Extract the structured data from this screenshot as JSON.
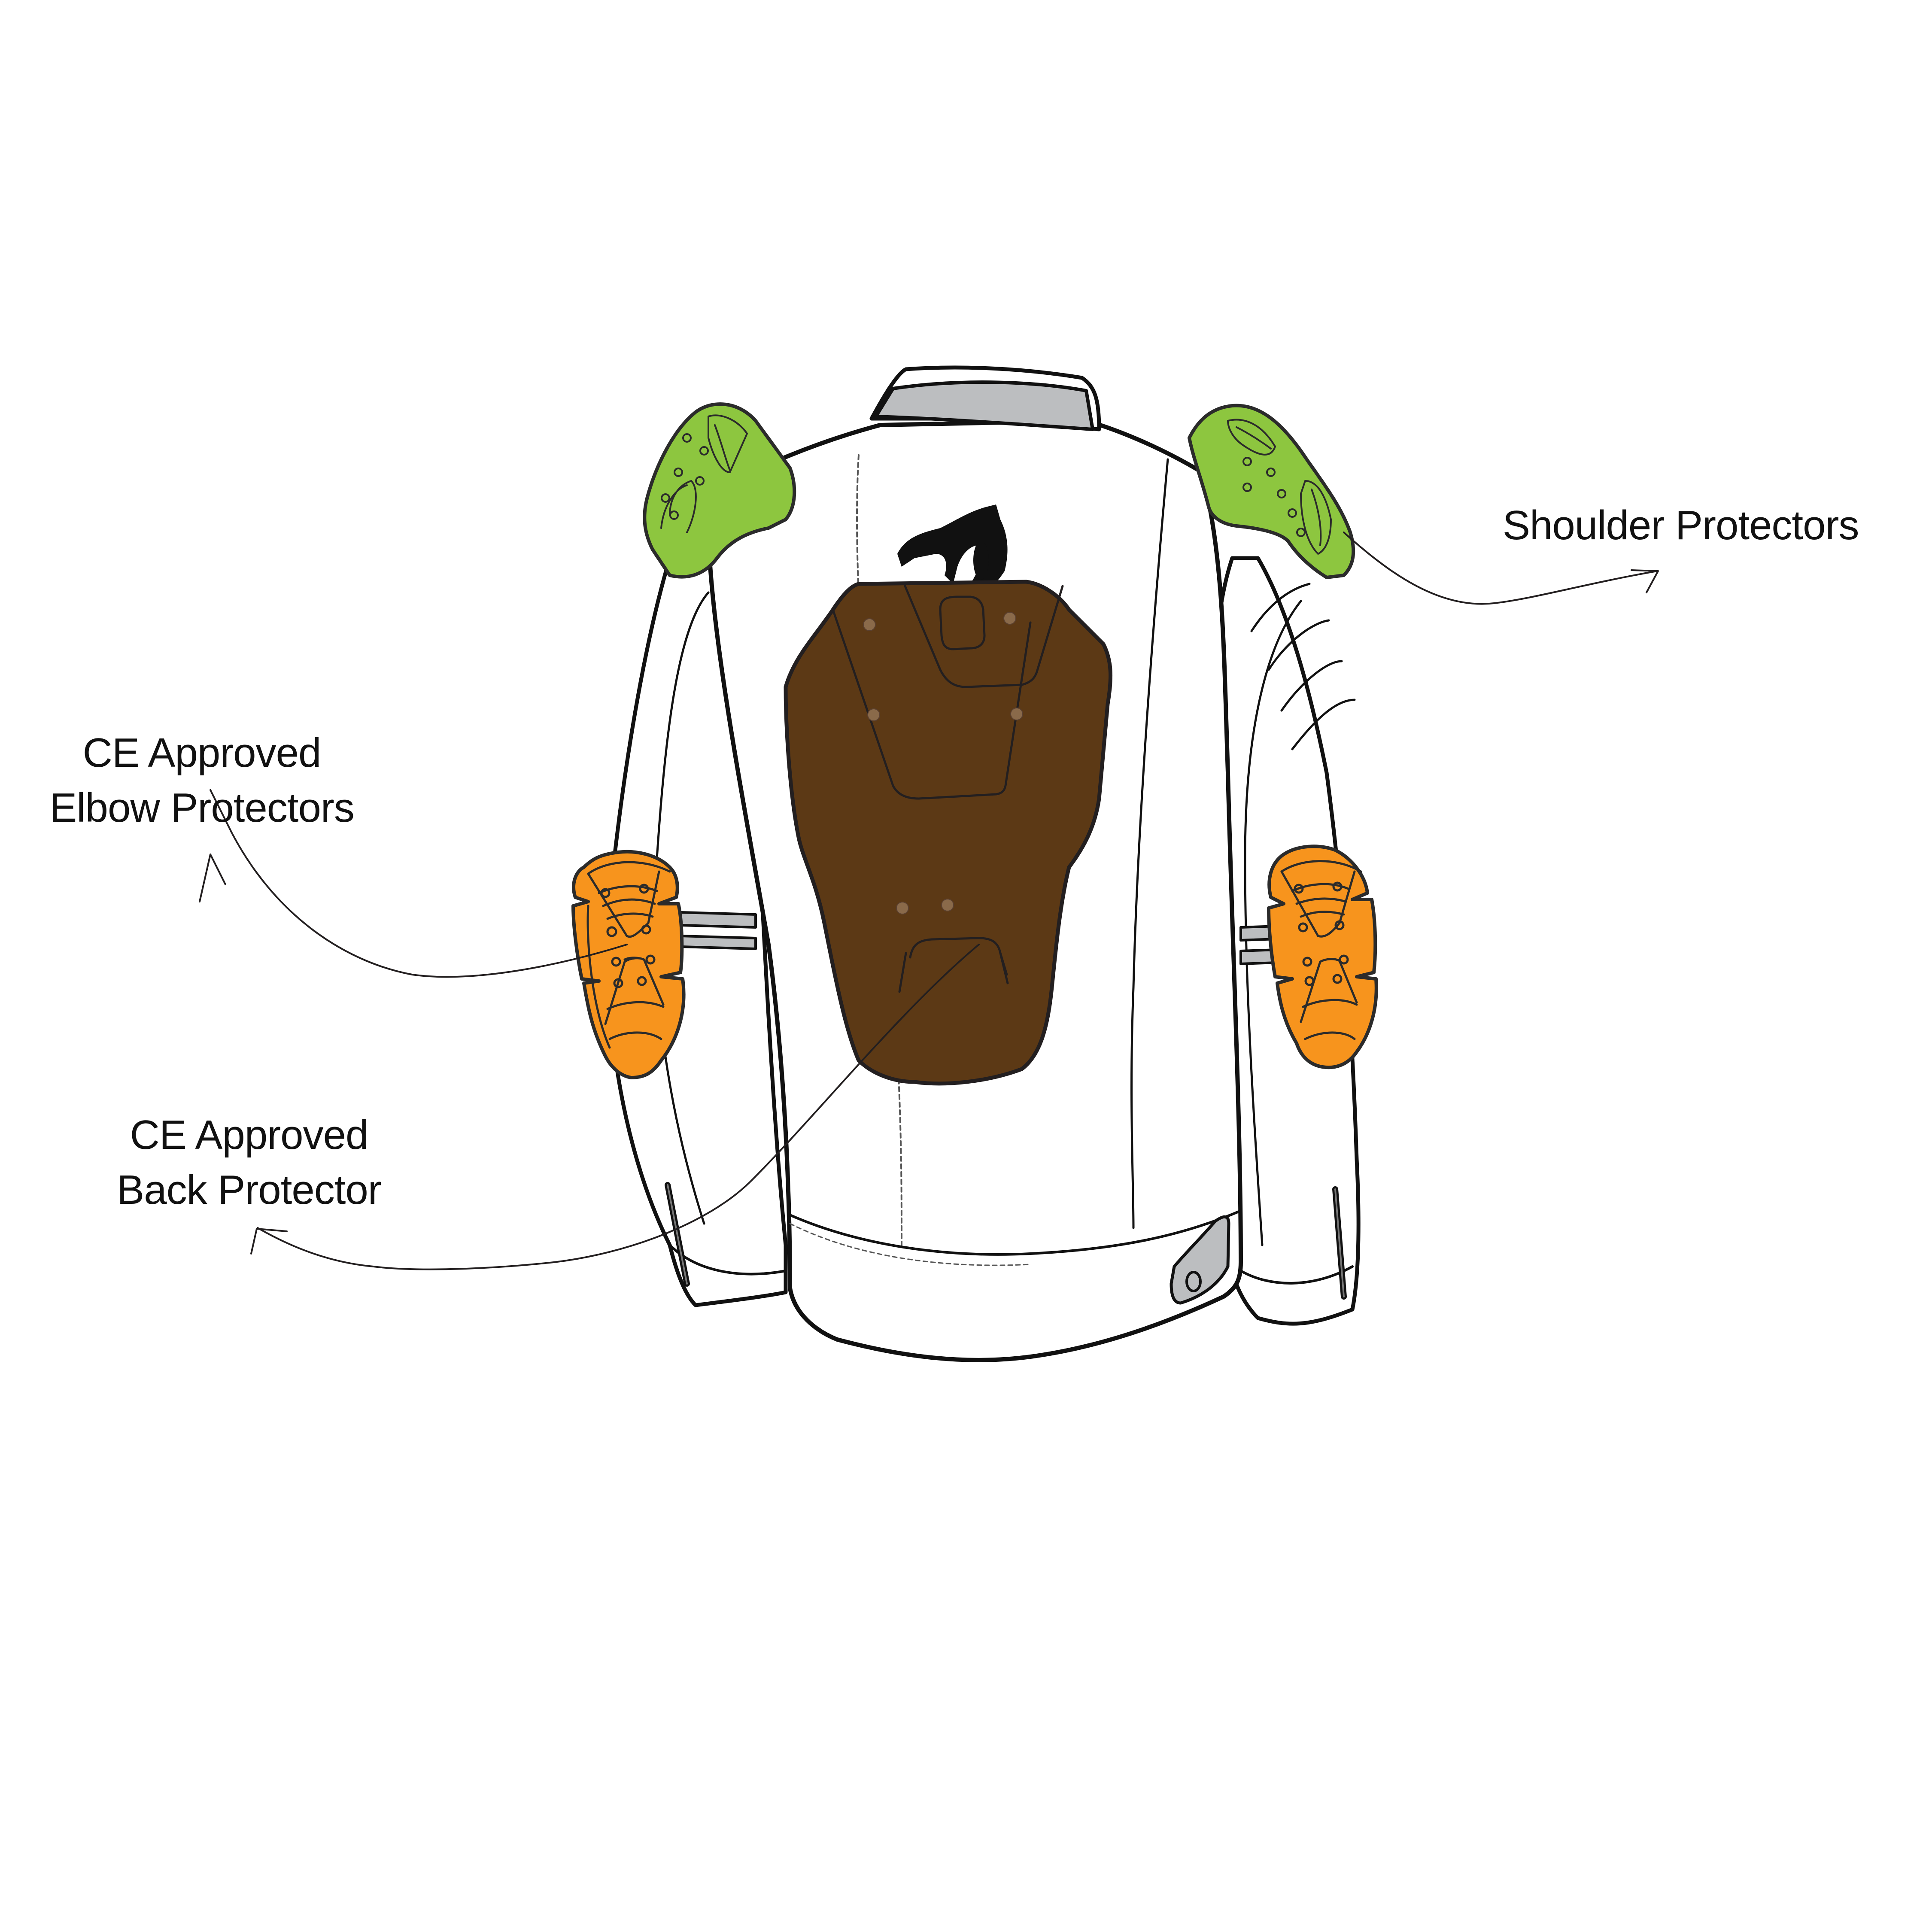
{
  "diagram": {
    "subject": "Motorcycle jacket - back view",
    "colors": {
      "background": "#ffffff",
      "jacket_fill": "#ffffff",
      "outline": "#111111",
      "collar_panel": "#bcbec0",
      "shoulder_protector": "#8dc63f",
      "elbow_protector": "#f7941d",
      "back_protector": "#5c3915",
      "back_protector_rivet": "#8a6a4a",
      "strap": "#bcbec0",
      "cuff_tab": "#bcbec0"
    },
    "callouts": [
      {
        "id": "shoulder",
        "lines": [
          "Shoulder Protectors"
        ],
        "target": "shoulder-protectors",
        "arrow_direction": "right"
      },
      {
        "id": "elbow",
        "lines": [
          "CE Approved",
          "Elbow Protectors"
        ],
        "target": "elbow-protectors",
        "arrow_direction": "up-left"
      },
      {
        "id": "back",
        "lines": [
          "CE Approved",
          "Back Protector"
        ],
        "target": "back-protector",
        "arrow_direction": "left"
      }
    ],
    "components": [
      "collar",
      "left-shoulder-protector",
      "right-shoulder-protector",
      "brand-logo",
      "back-protector",
      "left-elbow-protector",
      "right-elbow-protector",
      "elbow-straps",
      "sleeve-zippers",
      "waist-band",
      "waist-adjuster-tab"
    ]
  }
}
